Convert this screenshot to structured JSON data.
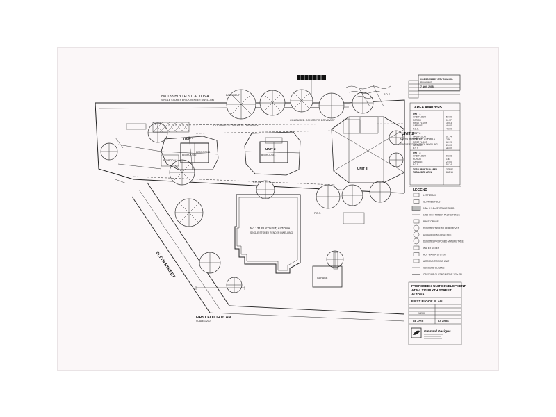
{
  "plan": {
    "neighbour_top": {
      "address": "No.133 BLYTH ST, ALTONA",
      "note": "SINGLE STOREY BRICK VENEER DWELLING"
    },
    "neighbour_right": {
      "address": "No.25 RIDGE ST, ALTONA",
      "note": "SINGLE STOREY BRICK DWELLING"
    },
    "existing_house": {
      "address": "No.131 BLYTH ST, ALTONA",
      "note": "SINGLE STOREY RENDER DWELLING"
    },
    "labels": {
      "unit1": "UNIT 1",
      "unit2": "UNIT 2",
      "unit3": "UNIT 3",
      "bedroom1": "BEDROOM 1",
      "bedroom2": "BEDROOM 2",
      "bedroom3": "BEDROOM 3",
      "concrete_driveway_1": "COLOURED CONCRETE DRIVEWAY",
      "concrete_driveway_2": "COLOURED CONCRETE DRIVEWAY",
      "pos": "P.O.S.",
      "garage": "GARAGE",
      "easement": "EASEMENT",
      "street": "BLYTH STREET",
      "title": "FIRST FLOOR PLAN",
      "scale": "SCALE 1:200"
    }
  },
  "area_analysis": {
    "heading": "AREA ANALYSIS",
    "units": [
      {
        "name": "UNIT 1",
        "rows": [
          {
            "label": "GRD FLOOR",
            "value": "57.09"
          },
          {
            "label": "PORCH",
            "value": "11.37"
          },
          {
            "label": "FIRST FLOOR",
            "value": "39.63"
          },
          {
            "label": "GARAGE",
            "value": "40.00"
          },
          {
            "label": "P.O.S.",
            "value": "43.00"
          }
        ]
      },
      {
        "name": "UNIT 2",
        "rows": [
          {
            "label": "GRD FLOOR",
            "value": "67.74"
          },
          {
            "label": "PORCH",
            "value": "2.60"
          },
          {
            "label": "FIRST FLOOR",
            "value": "62.19"
          },
          {
            "label": "GARAGE",
            "value": "24.00"
          },
          {
            "label": "P.O.S.",
            "value": "40.00"
          }
        ]
      },
      {
        "name": "UNIT 3",
        "rows": [
          {
            "label": "GRD FLOOR",
            "value": "98.66"
          },
          {
            "label": "PORCH",
            "value": "1.44"
          },
          {
            "label": "GARAGE",
            "value": "22.00"
          },
          {
            "label": "P.O.S.",
            "value": "52.74"
          }
        ]
      }
    ],
    "totals": [
      {
        "label": "TOTAL BUILT UP AREA",
        "value": "375.87"
      },
      {
        "label": "TOTAL SITE AREA",
        "value": "840.15"
      }
    ]
  },
  "legend": {
    "heading": "LEGEND",
    "items": [
      "LETTERBOX",
      "CLOTHES FOLD",
      "1.8m H 1.2m STORAGE SHED",
      "1800 HIGH TIMBER PALING FENCE",
      "BIN STORAGE",
      "DENOTES TREE TO BE REMOVED",
      "DENOTES EXISTING TREE",
      "DENOTES PROPOSED MATURE TREE",
      "WATER METER",
      "HOT WATER SYSTEM",
      "AIRCONDITIONING UNIT",
      "OBSCURE GLAZING",
      "OBSCURE GLAZING ABOVE 1.7m FFL"
    ]
  },
  "title_block": {
    "project": "PROPOSED 3 UNIT DEVELOPMENT",
    "address": "AT No 131 BLYTH STREET",
    "suburb": "ALTONA",
    "sheet_title": "FIRST FLOOR PLAN",
    "scale": "1:200",
    "job_no": "08 - 018",
    "sheet_no": "04 of 09",
    "company": "Emmaul Designs"
  },
  "stamp": {
    "line1": "HOBSONS BAY CITY COUNCIL",
    "line2": "PLANNING",
    "line3": "7 NOV 2008"
  }
}
